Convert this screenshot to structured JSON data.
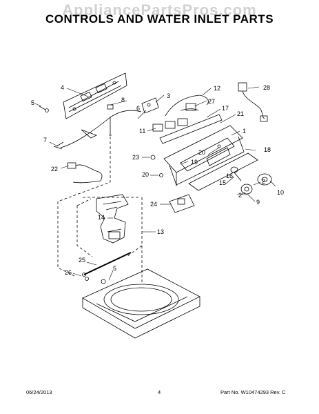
{
  "header": {
    "watermark": "AppliancePartsPros.com",
    "title": "CONTROLS AND WATER INLET PARTS"
  },
  "callouts": [
    "1",
    "2",
    "2",
    "3",
    "4",
    "5",
    "5",
    "6",
    "7",
    "8",
    "9",
    "10",
    "11",
    "12",
    "13",
    "14",
    "15",
    "16",
    "17",
    "18",
    "19",
    "20",
    "20",
    "21",
    "22",
    "23",
    "24",
    "25",
    "26",
    "27",
    "28"
  ],
  "footer": {
    "date": "06/24/2013",
    "page": "4",
    "part_no": "Part No. W10474293  Rev. C"
  }
}
